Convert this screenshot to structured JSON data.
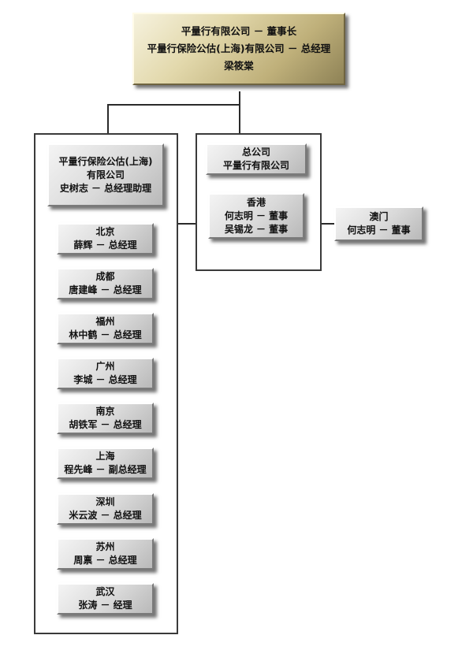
{
  "top": {
    "line1": "平量行有限公司 － 董事长",
    "line2": "平量行保险公估(上海)有限公司 － 总经理",
    "line3": "梁筱棠"
  },
  "shanghai_company": {
    "line1": "平量行保险公估(上海)",
    "line2": "有限公司",
    "line3": "史树志 － 总经理助理"
  },
  "branches": [
    {
      "city": "北京",
      "person": "薛辉 － 总经理"
    },
    {
      "city": "成都",
      "person": "唐建峰 － 总经理"
    },
    {
      "city": "福州",
      "person": "林中鹤 － 总经理"
    },
    {
      "city": "广州",
      "person": "李城 － 总经理"
    },
    {
      "city": "南京",
      "person": "胡铁军 － 总经理"
    },
    {
      "city": "上海",
      "person": "程先峰 － 副总经理"
    },
    {
      "city": "深圳",
      "person": "米云波 － 总经理"
    },
    {
      "city": "苏州",
      "person": "周禀 － 总经理"
    },
    {
      "city": "武汉",
      "person": "张涛 － 经理"
    }
  ],
  "head_office": {
    "line1": "总公司",
    "line2": "平量行有限公司"
  },
  "hongkong": {
    "line1": "香港",
    "line2": "何志明 － 董事",
    "line3": "吴锡龙 － 董事"
  },
  "macau": {
    "line1": "澳门",
    "line2": "何志明 － 董事"
  }
}
